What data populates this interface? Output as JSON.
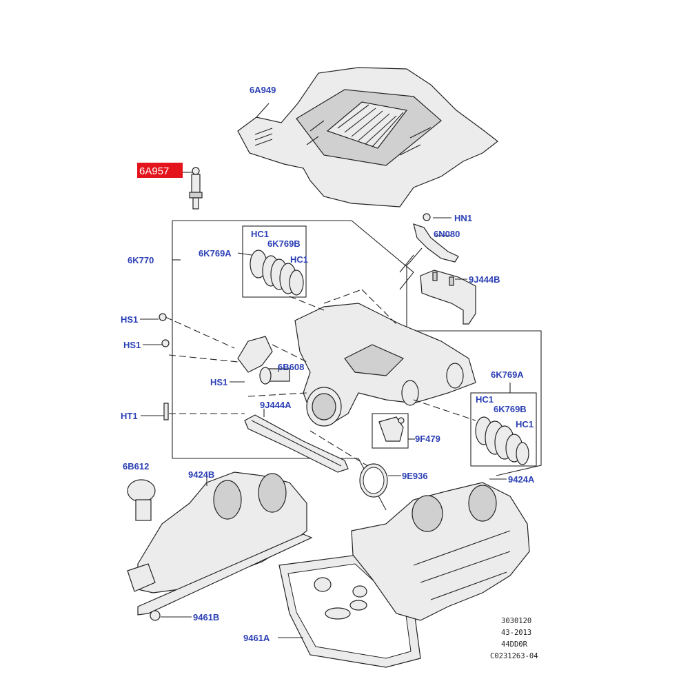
{
  "colors": {
    "label": "#2b3fb5",
    "highlight": "#e3141b",
    "line": "#222222",
    "part_fill": "#ececec"
  },
  "labels": {
    "6A949": "6A949",
    "6A957": "6A957",
    "HN1": "HN1",
    "6N080": "6N080",
    "9J444B": "9J444B",
    "6K770": "6K770",
    "6K769A_top": "6K769A",
    "HC1_top1": "HC1",
    "6K769B_top": "6K769B",
    "HC1_top2": "HC1",
    "HS1_a": "HS1",
    "HS1_b": "HS1",
    "HS1_c": "HS1",
    "6B608": "6B608",
    "HT1": "HT1",
    "9J444A": "9J444A",
    "6K769A_right": "6K769A",
    "HC1_right1": "HC1",
    "6K769B_right": "6K769B",
    "HC1_right2": "HC1",
    "9F479": "9F479",
    "6B612": "6B612",
    "9424B": "9424B",
    "9E936": "9E936",
    "9424A": "9424A",
    "9461B": "9461B",
    "9461A": "9461A"
  },
  "reference": [
    "3030120",
    "43-2013",
    "44DD0R",
    "C0231263-04"
  ]
}
